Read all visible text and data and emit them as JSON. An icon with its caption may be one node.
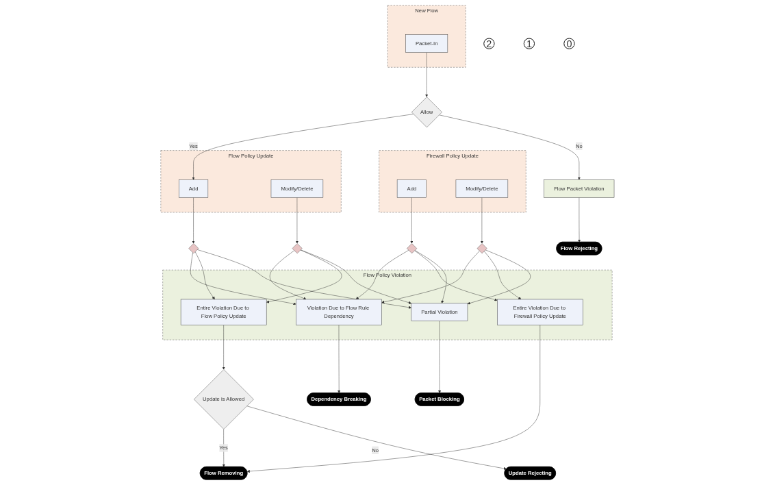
{
  "diagram": {
    "nodes": [
      {
        "text": [
          "0"
        ]
      },
      {
        "text": [
          "1"
        ]
      },
      {
        "text": [
          "2"
        ]
      },
      {
        "text": [
          "New Flow"
        ]
      },
      {
        "text": [
          "Packet-In"
        ],
        "in": 3
      },
      {
        "text": [
          "Flow Policy Update"
        ]
      },
      {
        "text": [
          "Add"
        ],
        "in": 5
      },
      {
        "text": [
          "Modify/Delete"
        ],
        "in": 5
      },
      {
        "text": [
          "Firewall Policy Update"
        ]
      },
      {
        "text": [
          "Add"
        ],
        "in": 8
      },
      {
        "text": [
          "Modify/Delete"
        ],
        "in": 8
      },
      {
        "text": [
          "Allow"
        ]
      },
      {
        "text": [],
        "shape": "diamond"
      },
      {
        "text": [],
        "shape": "diamond"
      },
      {
        "text": [],
        "shape": "diamond"
      },
      {
        "text": [],
        "shape": "diamond"
      },
      {
        "text": [
          "Flow Packet Violation"
        ]
      },
      {
        "text": [
          "Flow Policy Violation"
        ]
      },
      {
        "text": [
          "Violation Due to Flow Rule Dependency"
        ],
        "in": 17
      },
      {
        "text": [
          "Entire Violation Due to Flow Policy Update"
        ],
        "in": 17
      },
      {
        "text": [
          "Entire Violation Due to Firewall Policy Update"
        ],
        "in": 17
      },
      {
        "text": [
          "Partial Violation"
        ],
        "in": 17
      },
      {
        "text": [
          "Update is Allowed"
        ]
      },
      {
        "text": [
          "Flow Rejecting"
        ]
      },
      {
        "text": [
          "Dependency Breaking"
        ]
      },
      {
        "text": [
          "Update Rejecting"
        ]
      },
      {
        "text": [
          "Flow Removing"
        ]
      },
      {
        "text": [
          "Packet Blocking"
        ]
      }
    ],
    "edges": [
      {
        "from": 4,
        "to": 11,
        "arrow": "to"
      },
      {
        "from": 11,
        "to": 6,
        "label": "Yes",
        "arrow": "to"
      },
      {
        "from": 11,
        "to": 16,
        "label": "No",
        "arrow": "to"
      },
      {
        "from": 16,
        "to": 23,
        "arrow": "to"
      },
      {
        "from": 6,
        "to": 12,
        "arrow": "to"
      },
      {
        "from": 7,
        "to": 13,
        "arrow": "to"
      },
      {
        "from": 9,
        "to": 14,
        "arrow": "to"
      },
      {
        "from": 10,
        "to": 15,
        "arrow": "to"
      },
      {
        "from": 12,
        "to": 18,
        "arrow": "to"
      },
      {
        "from": 12,
        "to": 19,
        "arrow": "to"
      },
      {
        "from": 12,
        "to": 21,
        "arrow": "to"
      },
      {
        "from": 13,
        "to": 18,
        "arrow": "to"
      },
      {
        "from": 13,
        "to": 19,
        "arrow": "to"
      },
      {
        "from": 13,
        "to": 21,
        "arrow": "to"
      },
      {
        "from": 14,
        "to": 18,
        "arrow": "to"
      },
      {
        "from": 14,
        "to": 20,
        "arrow": "to"
      },
      {
        "from": 14,
        "to": 21,
        "arrow": "to"
      },
      {
        "from": 15,
        "to": 18,
        "arrow": "to"
      },
      {
        "from": 15,
        "to": 20,
        "arrow": "to"
      },
      {
        "from": 15,
        "to": 21,
        "arrow": "to"
      },
      {
        "from": 18,
        "to": 24,
        "arrow": "to"
      },
      {
        "from": 19,
        "to": 22,
        "arrow": "to"
      },
      {
        "from": 22,
        "to": 26,
        "label": "Yes",
        "arrow": "to"
      },
      {
        "from": 22,
        "to": 25,
        "label": "No",
        "arrow": "to"
      },
      {
        "from": 20,
        "to": 26,
        "arrow": "to"
      },
      {
        "from": 21,
        "to": 27,
        "arrow": "to"
      }
    ]
  }
}
